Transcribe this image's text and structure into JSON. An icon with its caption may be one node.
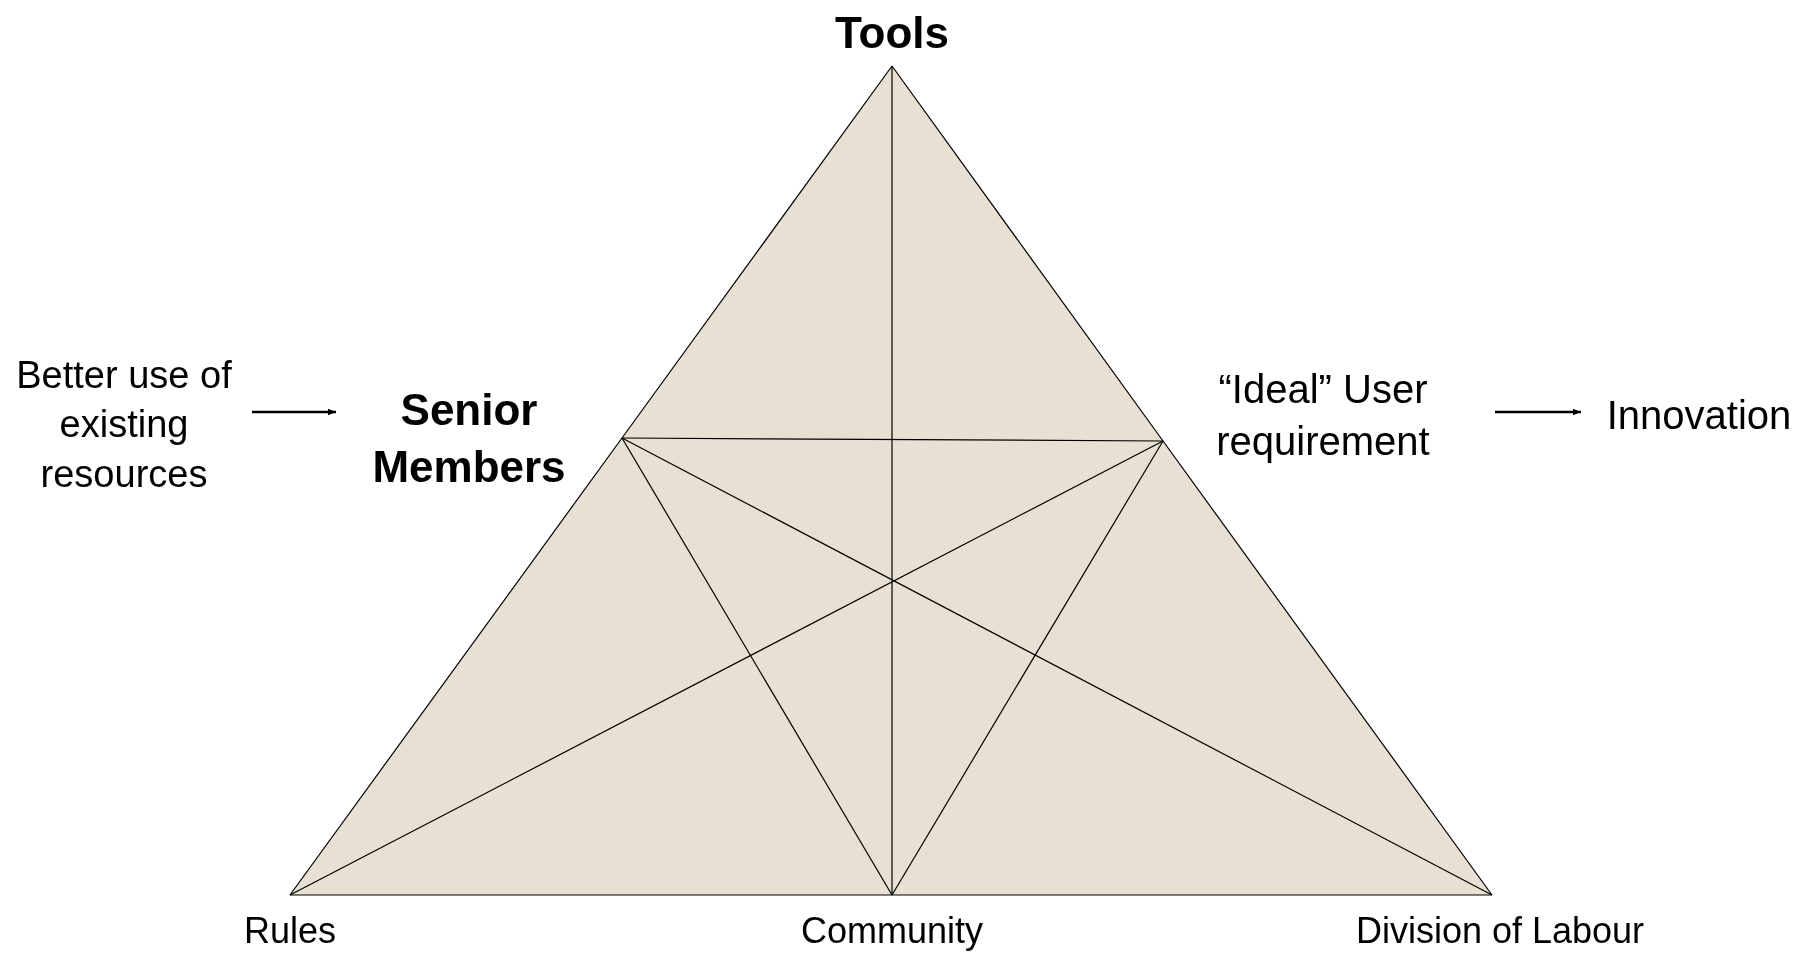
{
  "diagram": {
    "nodes": [
      {
        "text": [
          "Tools"
        ]
      },
      {
        "text": [
          "Better use of existing resources"
        ]
      },
      {
        "text": [
          "Senior Members"
        ]
      },
      {
        "text": [
          "“Ideal” User requirement"
        ]
      },
      {
        "text": [
          "Innovation"
        ]
      },
      {
        "text": [
          "Rules"
        ]
      },
      {
        "text": [
          "Community"
        ]
      },
      {
        "text": [
          "Division of Labour"
        ]
      }
    ],
    "edges": [
      {
        "from": 0,
        "to": 2,
        "arrow": "none"
      },
      {
        "from": 2,
        "to": 5,
        "arrow": "none"
      },
      {
        "from": 0,
        "to": 3,
        "arrow": "none"
      },
      {
        "from": 3,
        "to": 7,
        "arrow": "none"
      },
      {
        "from": 5,
        "to": 6,
        "arrow": "none"
      },
      {
        "from": 6,
        "to": 7,
        "arrow": "none"
      },
      {
        "from": 0,
        "to": 6,
        "arrow": "none"
      },
      {
        "from": 2,
        "to": 3,
        "arrow": "none"
      },
      {
        "from": 2,
        "to": 6,
        "arrow": "none"
      },
      {
        "from": 2,
        "to": 7,
        "arrow": "none"
      },
      {
        "from": 3,
        "to": 5,
        "arrow": "none"
      },
      {
        "from": 3,
        "to": 6,
        "arrow": "none"
      },
      {
        "from": 1,
        "to": 2,
        "arrow": "to"
      },
      {
        "from": 3,
        "to": 4,
        "arrow": "to"
      }
    ]
  }
}
